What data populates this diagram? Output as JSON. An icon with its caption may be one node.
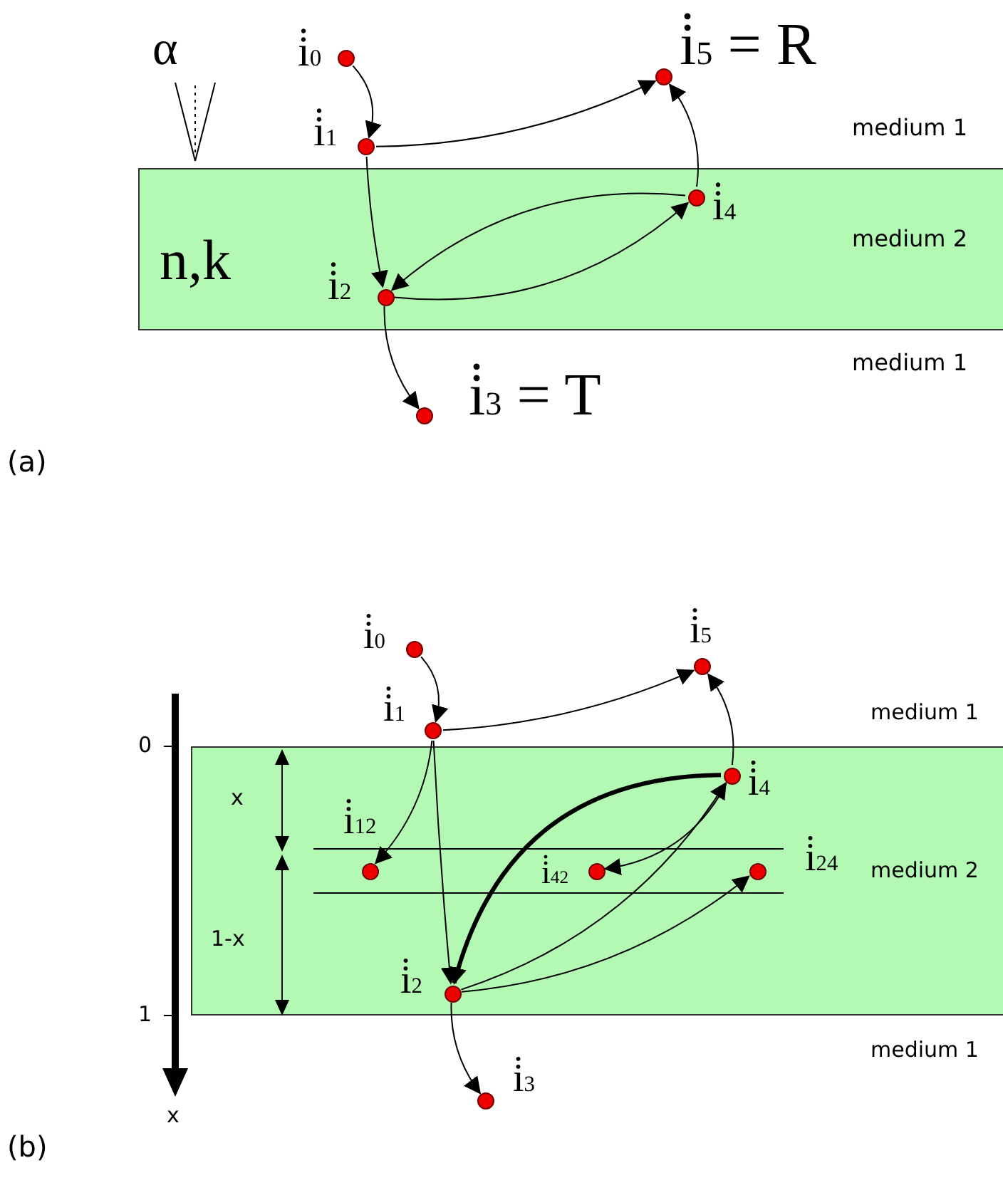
{
  "diagram": {
    "nodes": [
      {
        "text": [
          "n,k"
        ]
      },
      {
        "text": [],
        "shape": "circle",
        "beside": [
          "i̇$_{0}$"
        ]
      },
      {
        "text": [],
        "shape": "circle",
        "beside": [
          "i̇$_{1}$"
        ]
      },
      {
        "text": [],
        "shape": "circle",
        "beside": [
          "i̇$_{5}$ = R"
        ]
      },
      {
        "text": [],
        "shape": "circle",
        "beside": [
          "i̇$_{4}$"
        ],
        "in": 0
      },
      {
        "text": [],
        "shape": "circle",
        "beside": [
          "i̇$_{2}$"
        ],
        "in": 0
      },
      {
        "text": [],
        "shape": "circle",
        "beside": [
          "i̇$_{3}$ = T"
        ]
      },
      {
        "text": [],
        "shape": "box"
      },
      {
        "text": [],
        "shape": "circle",
        "beside": [
          "i̇$_{0}$"
        ]
      },
      {
        "text": [],
        "shape": "circle",
        "beside": [
          "i̇$_{1}$"
        ]
      },
      {
        "text": [],
        "shape": "circle",
        "beside": [
          "i̇$_{5}$"
        ]
      },
      {
        "text": [],
        "shape": "circle",
        "beside": [
          "i̇$_{4}$"
        ],
        "in": 7
      },
      {
        "text": [],
        "shape": "circle",
        "beside": [
          "i̇$_{12}$"
        ],
        "in": 7
      },
      {
        "text": [],
        "shape": "circle",
        "beside": [
          "i̇$_{42}$"
        ],
        "in": 7
      },
      {
        "text": [],
        "shape": "circle",
        "beside": [
          "i̇$_{24}$"
        ],
        "in": 7
      },
      {
        "text": [],
        "shape": "circle",
        "beside": [
          "i̇$_{2}$"
        ],
        "in": 7
      },
      {
        "text": [],
        "shape": "circle",
        "beside": [
          "i̇$_{3}$"
        ]
      }
    ],
    "edges": [
      {
        "from": 1,
        "to": 2,
        "arrow": "to"
      },
      {
        "from": 2,
        "to": 3,
        "arrow": "to"
      },
      {
        "from": 4,
        "to": 3,
        "arrow": "to"
      },
      {
        "from": 2,
        "to": 5,
        "arrow": "to"
      },
      {
        "from": 4,
        "to": 5,
        "arrow": "to"
      },
      {
        "from": 5,
        "to": 4,
        "arrow": "to"
      },
      {
        "from": 5,
        "to": 6,
        "arrow": "to"
      },
      {
        "from": 8,
        "to": 9,
        "arrow": "to"
      },
      {
        "from": 9,
        "to": 10,
        "arrow": "to"
      },
      {
        "from": 11,
        "to": 10,
        "arrow": "to"
      },
      {
        "from": 9,
        "to": 12,
        "arrow": "to"
      },
      {
        "from": 9,
        "to": 15,
        "arrow": "to"
      },
      {
        "from": 11,
        "to": 15,
        "arrow": "to",
        "style": "thick"
      },
      {
        "from": 11,
        "to": 13,
        "arrow": "to"
      },
      {
        "from": 15,
        "to": 11,
        "arrow": "to"
      },
      {
        "from": 15,
        "to": 14,
        "arrow": "to"
      },
      {
        "from": 15,
        "to": 16,
        "arrow": "to"
      }
    ],
    "labels": [
      "α",
      "medium 1",
      "medium 2",
      "medium 1",
      "(a)",
      "0",
      "x",
      "1-x",
      "1",
      "x",
      "medium 1",
      "medium 2",
      "medium 1",
      "(b)"
    ]
  }
}
